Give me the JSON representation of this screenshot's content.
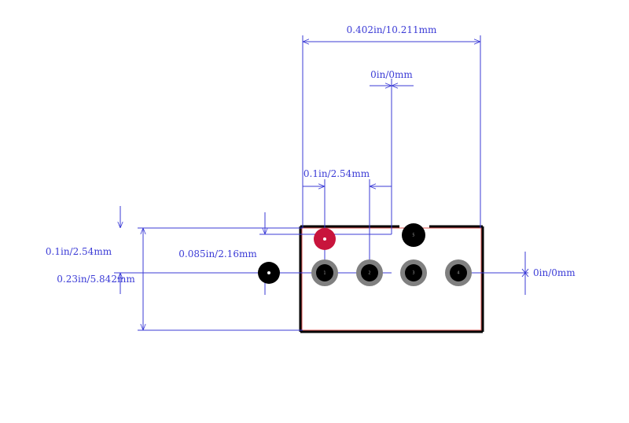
{
  "dimensions": {
    "total_width": "0.402in/10.211mm",
    "top_offset": "0in/0mm",
    "pitch": "0.1in/2.54mm",
    "left_height": "0.1in/2.54mm",
    "mount_offset": "0.085in/2.16mm",
    "body_height": "0.23in/5.842mm",
    "right_offset": "0in/0mm"
  },
  "pads": [
    {
      "number": "1"
    },
    {
      "number": "2"
    },
    {
      "number": "3"
    },
    {
      "number": "4"
    },
    {
      "number": "5"
    }
  ],
  "colors": {
    "dimension_line": "#3b3bd6",
    "outline": "#000000",
    "pin1": "#c8143c",
    "pad_ring": "#808080"
  }
}
